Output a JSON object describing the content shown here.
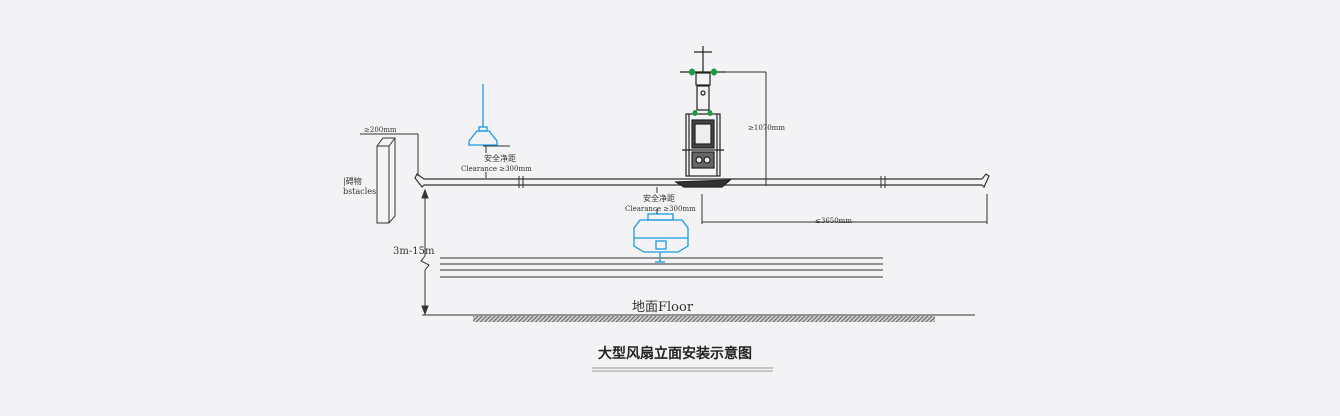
{
  "diagram": {
    "title": "大型风扇立面安装示意图",
    "floor_label": "地面Floor",
    "height_range": "3m-15m",
    "obstacle": {
      "clearance": "≥200mm",
      "label_cn": "|碍物",
      "label_en": "bstacles"
    },
    "upper_light": {
      "label_cn": "安全净距",
      "label_en": "Clearance  ≥300mm"
    },
    "lower_light": {
      "label_cn": "安全净距",
      "label_en": "Clearance  ≥300mm"
    },
    "mount_height": "≥1070mm",
    "blade_radius": "≤3650mm",
    "colors": {
      "line": "#333333",
      "light": "#1a9be0",
      "bracket": "#1a9c3c",
      "background": "#f3f3f5"
    }
  }
}
